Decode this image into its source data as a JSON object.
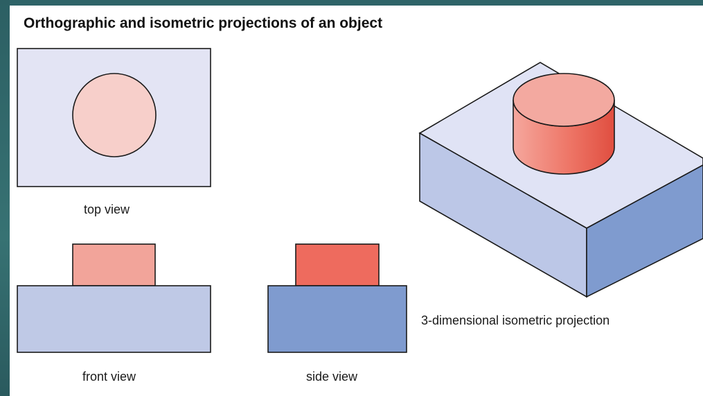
{
  "title": "Orthographic and isometric projections of an object",
  "labels": {
    "top_view": "top view",
    "front_view": "front view",
    "side_view": "side view",
    "isometric": "3-dimensional isometric projection"
  },
  "colors": {
    "frame": "#2f6468",
    "top_rect": "#e3e4f4",
    "top_circle": "#f7cfca",
    "front_base": "#bfc9e6",
    "front_block": "#f2a49a",
    "side_base": "#7f9bcf",
    "side_block": "#ee6b5e",
    "iso_top": "#e0e3f5",
    "iso_front": "#bcc7e7",
    "iso_side": "#7f9bcf",
    "iso_cyl_top": "#f3a9a0",
    "outline": "#1a1a1a"
  }
}
